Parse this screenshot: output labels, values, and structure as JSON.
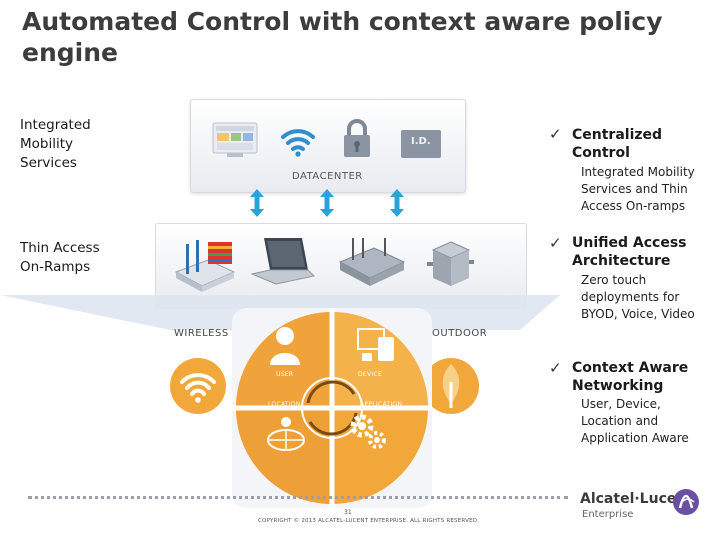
{
  "title": "Automated Control with context aware policy engine",
  "side_labels": {
    "mobility": "Integrated Mobility Services",
    "ramps": "Thin Access On-Ramps"
  },
  "diagram": {
    "datacenter_label": "DATACENTER",
    "id_icon_text": "I.D.",
    "wireless_label": "WIRELESS",
    "outdoor_label": "OUTDOOR",
    "quadrants": {
      "user": "USER",
      "device": "DEVICE",
      "location": "LOCATION",
      "application": "APPLICATION"
    }
  },
  "bullets": [
    {
      "check": "✓",
      "title": "Centralized Control",
      "sub": "Integrated Mobility Services and Thin Access On-ramps"
    },
    {
      "check": "✓",
      "title": "Unified Access Architecture",
      "sub": "Zero touch deployments for BYOD, Voice, Video"
    },
    {
      "check": "✓",
      "title": "Context Aware Networking",
      "sub": "User, Device, Location and Application Aware"
    }
  ],
  "footer": {
    "page_number": "31",
    "copyright": "COPYRIGHT © 2013 ALCATEL-LUCENT ENTERPRISE. ALL RIGHTS RESERVED.",
    "brand": "Alcatel·Lucent",
    "brand_sub": "Enterprise"
  },
  "colors": {
    "orange": "#f2a73b",
    "orange_dark": "#d98a1e",
    "arrow_blue": "#29a3d8",
    "icon_blue": "#2d8fd0"
  }
}
